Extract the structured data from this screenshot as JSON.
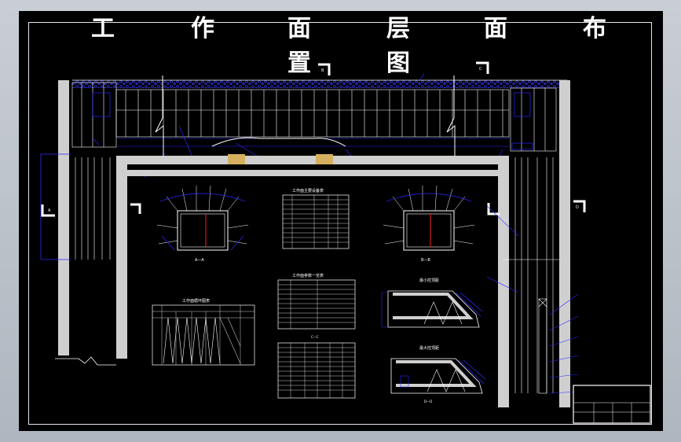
{
  "title": {
    "chars": [
      "工",
      "作",
      "面",
      "层",
      "面",
      "布",
      "置",
      "图"
    ]
  },
  "tables": {
    "t1_caption": "工作面主要设备表",
    "t2_caption": "工作面参数一览表",
    "t3_caption": "工作面循环图表"
  },
  "sections": {
    "s1_caption": "最小控顶距",
    "s2_caption": "最大控顶距",
    "cut_a": "A—A",
    "cut_b": "B—B",
    "cut_c": "C—C",
    "cut_d": "D—D"
  },
  "markers": {
    "m1": "B",
    "m2": "C",
    "m3": "D",
    "m4": "A"
  },
  "colors": {
    "line": "#ffffff",
    "wall": "#cfcfcf",
    "blue": "#2a2aff",
    "red": "#ff2020"
  }
}
